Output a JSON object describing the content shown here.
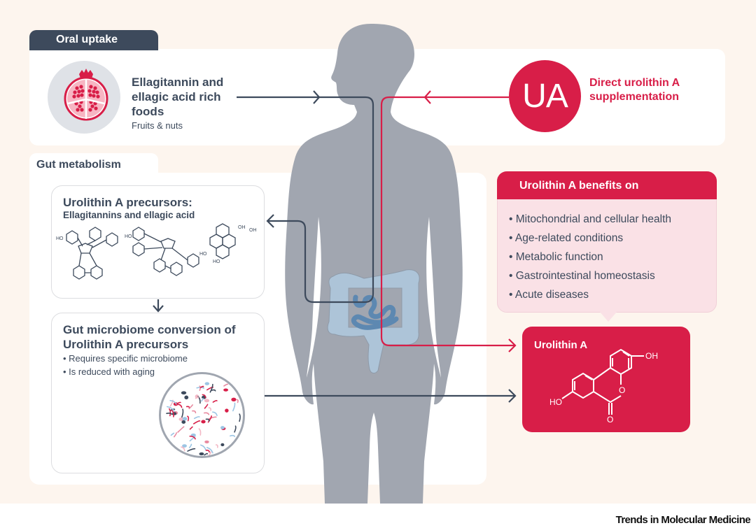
{
  "oral_uptake": {
    "tab_label": "Oral uptake",
    "food_icon": "pomegranate-icon",
    "food_title": "Ellagitannin and ellagic acid rich foods",
    "food_subtitle": "Fruits & nuts",
    "supplement_badge": "UA",
    "supplement_label": "Direct urolithin A supplementation"
  },
  "gut_metabolism": {
    "tab_label": "Gut metabolism",
    "precursors": {
      "title": "Urolithin A precursors:",
      "subtitle": "Ellagitannins and ellagic acid",
      "structure_labels": [
        "HO",
        "OH",
        "O"
      ]
    },
    "microbiome": {
      "title": "Gut microbiome conversion of Urolithin A precursors",
      "bullets": [
        "Requires specific microbiome",
        "Is reduced with aging"
      ],
      "icon": "microbiome-icon"
    }
  },
  "benefits": {
    "title": "Urolithin A benefits on",
    "items": [
      "Mitochondrial and cellular health",
      "Age-related conditions",
      "Metabolic function",
      "Gastrointestinal homeostasis",
      "Acute diseases"
    ]
  },
  "urolithin_a": {
    "title": "Urolithin A",
    "oh_label": "OH",
    "ho_label": "HO",
    "o_ring_label": "O",
    "o_carbonyl_label": "O"
  },
  "footer": {
    "journal": "Trends in Molecular Medicine"
  },
  "colors": {
    "background": "#fdf5ee",
    "dark_slate": "#3d4a5c",
    "accent_red": "#d81e48",
    "body_gray": "#a1a6b0",
    "intestine_light": "#adc4d8",
    "intestine_dark": "#5d88b1",
    "benefits_pink": "#fae1e6"
  }
}
